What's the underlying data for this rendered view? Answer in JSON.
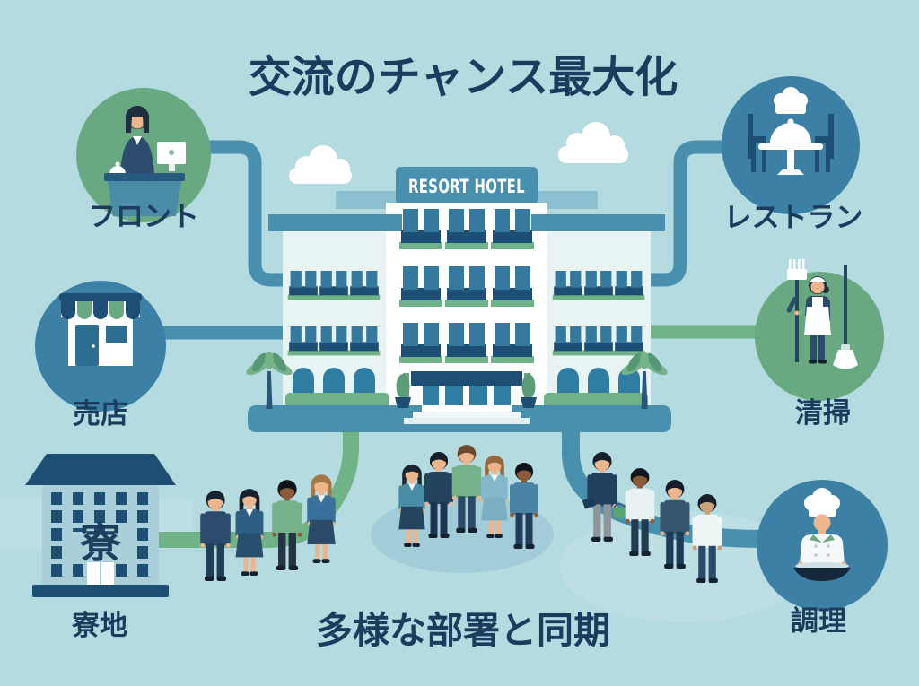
{
  "title": {
    "text": "交流のチャンス最大化"
  },
  "caption": {
    "text": "多様な部署と同期"
  },
  "hotel": {
    "sign_text": "RESORT HOTEL"
  },
  "departments": {
    "front_desk": {
      "label": "フロント",
      "icon": "receptionist-icon",
      "circle_color": "#69a981"
    },
    "restaurant": {
      "label": "レストラン",
      "icon": "restaurant-table-icon",
      "circle_color": "#3c80a6"
    },
    "shop": {
      "label": "売店",
      "icon": "storefront-icon",
      "circle_color": "#3c80a6"
    },
    "housekeeping": {
      "label": "清掃",
      "icon": "cleaner-icon",
      "circle_color": "#69a981"
    },
    "dormitory": {
      "label": "寮地",
      "building_text": "寮",
      "icon": "dormitory-building-icon"
    },
    "kitchen": {
      "label": "調理",
      "icon": "chef-icon",
      "circle_color": "#3c80a6"
    }
  },
  "palette": {
    "background": "#b4dbe0",
    "text_navy": "#1c3c5e",
    "circle_green": "#69a981",
    "circle_blue": "#3c80a6",
    "connector_blue": "#4990af",
    "connector_green": "#6fb387",
    "hotel_band": "#4990af",
    "window_teal": "#35799f",
    "balcony_navy": "#1d4e73",
    "balcony_green": "#6fb287",
    "dorm_facade": "#a9cfd8",
    "oval_shadow": "#a2ccd8"
  }
}
